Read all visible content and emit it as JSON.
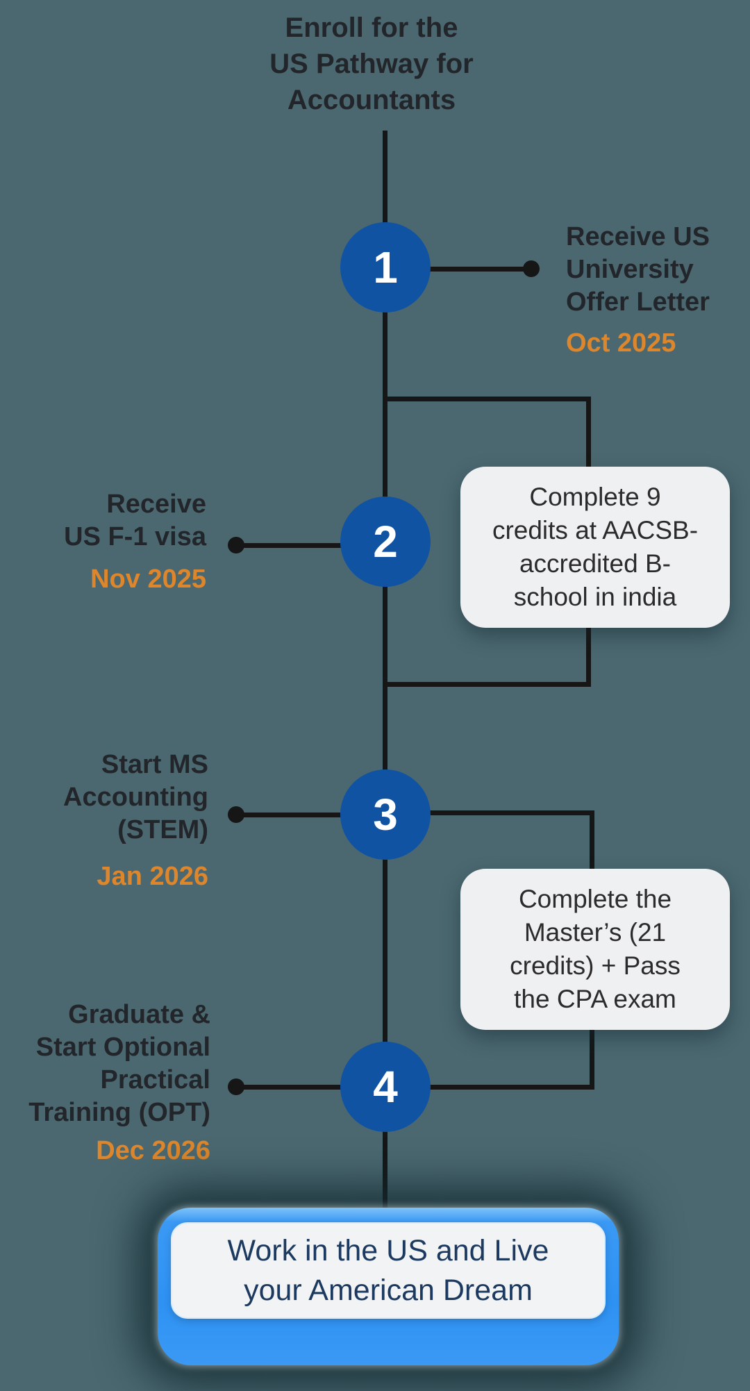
{
  "title": {
    "text": "Enroll for the\nUS Pathway for\nAccountants"
  },
  "steps": [
    {
      "number": "1",
      "label": "Receive US\nUniversity\nOffer Letter",
      "date": "Oct 2025",
      "side": "right"
    },
    {
      "number": "2",
      "label": "Receive\nUS F-1 visa",
      "date": "Nov 2025",
      "side": "left"
    },
    {
      "number": "3",
      "label": "Start MS\nAccounting\n(STEM)",
      "date": "Jan 2026",
      "side": "left"
    },
    {
      "number": "4",
      "label": "Graduate &\nStart Optional\nPractical\nTraining (OPT)",
      "date": "Dec 2026",
      "side": "left"
    }
  ],
  "cards": [
    {
      "text": "Complete 9\ncredits at AACSB-\naccredited B-\nschool in india"
    },
    {
      "text": "Complete the\nMaster’s (21\ncredits) + Pass\nthe CPA exam"
    }
  ],
  "cta": {
    "text": "Work in the US and Live\nyour American Dream"
  },
  "colors": {
    "background": "#4B6870",
    "circle_blue": "#1153A3",
    "date_orange": "#DD862B",
    "line_black": "#161616",
    "card_bg": "#EFF0F2",
    "cta_blue": "#2E92F3",
    "cta_text_navy": "#1C3A5F",
    "label_dark": "#22262B"
  }
}
